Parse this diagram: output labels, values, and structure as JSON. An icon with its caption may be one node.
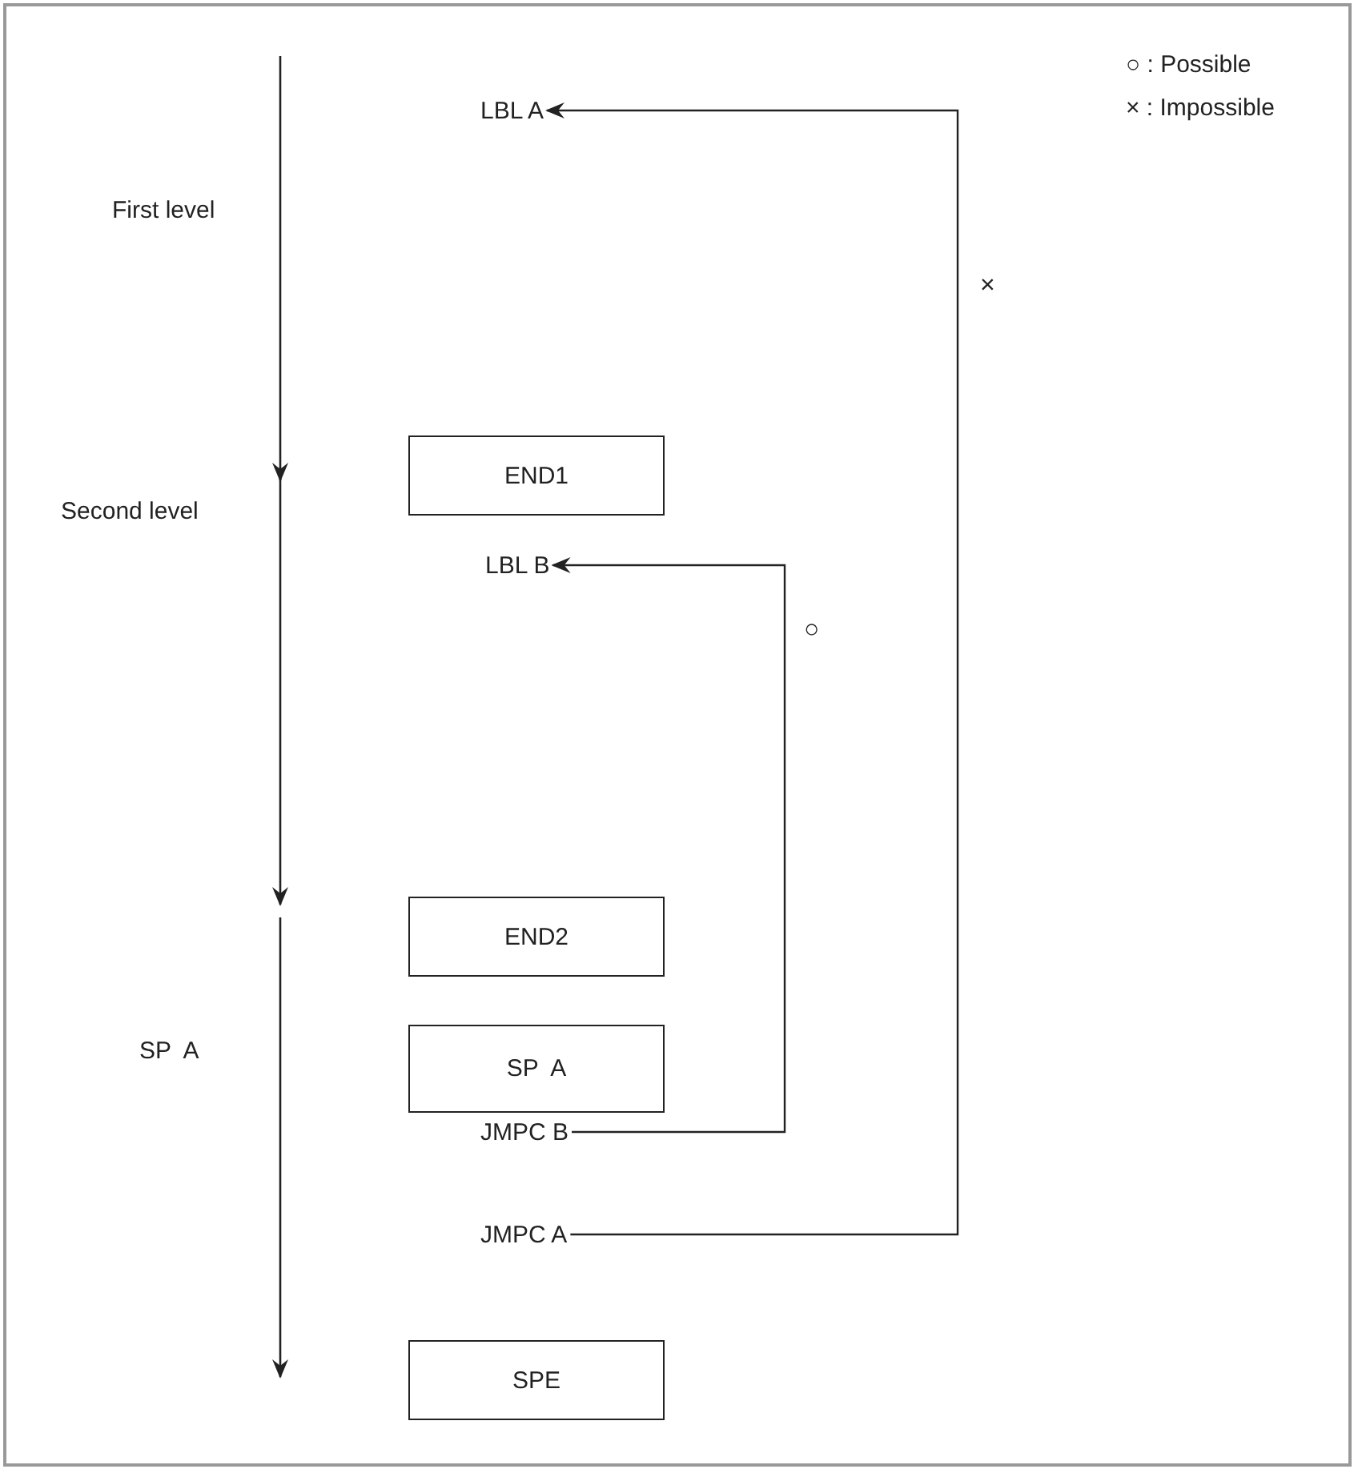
{
  "diagram": {
    "nodes": [
      {
        "text": [
          "LBL A"
        ]
      },
      {
        "text": [
          "END1"
        ]
      },
      {
        "text": [
          "LBL B"
        ]
      },
      {
        "text": [
          "END2"
        ]
      },
      {
        "text": [
          "SP  A"
        ]
      },
      {
        "text": [
          "JMPC B"
        ]
      },
      {
        "text": [
          "JMPC A"
        ]
      },
      {
        "text": [
          "SPE"
        ]
      }
    ],
    "edges": [
      {
        "from": 5,
        "to": 2,
        "arrow": "to",
        "label": "○"
      },
      {
        "from": 6,
        "to": 0,
        "arrow": "to",
        "label": "×"
      }
    ],
    "labels": [
      "○ : Possible",
      "× : Impossible",
      "First level",
      "Second level",
      "SP  A"
    ]
  }
}
